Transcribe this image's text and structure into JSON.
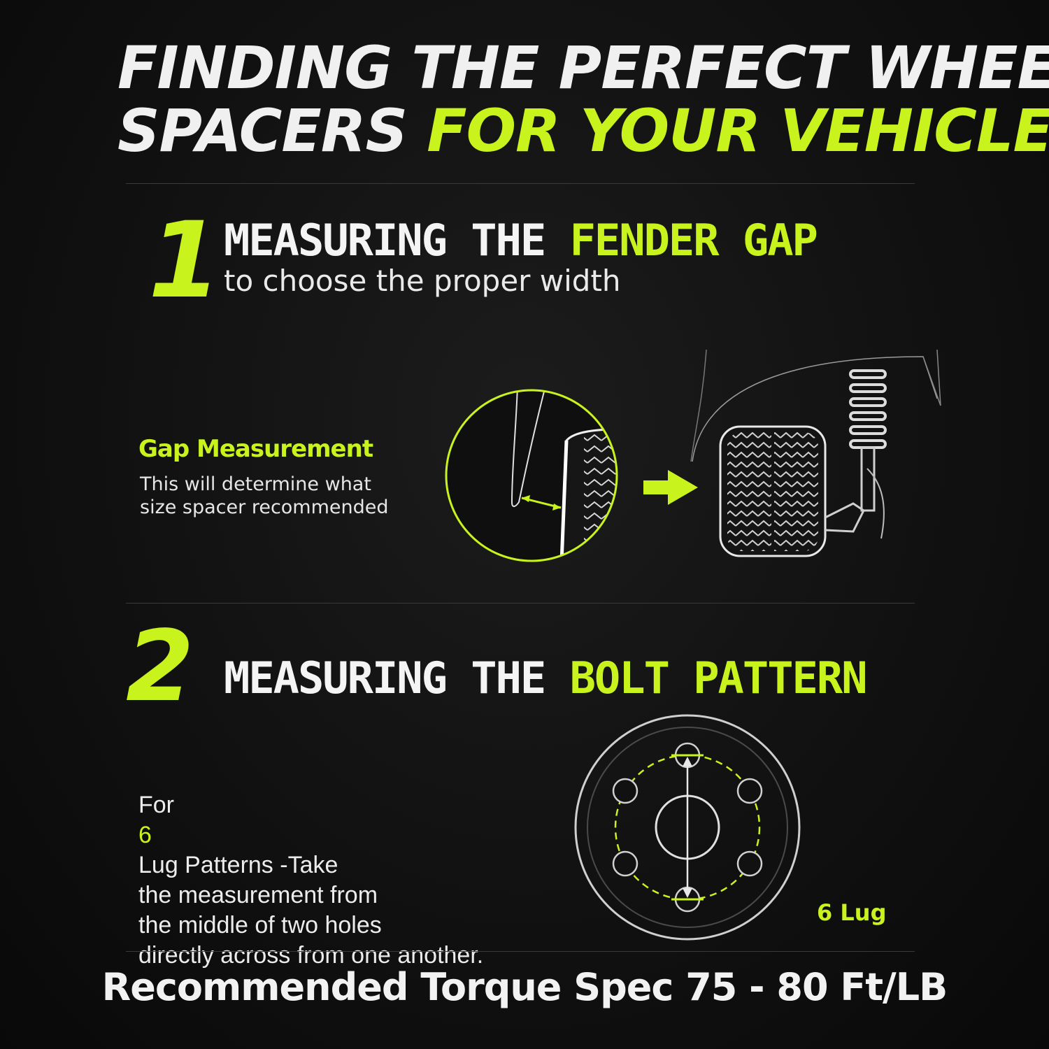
{
  "title": {
    "line1": "FINDING THE PERFECT WHEEL",
    "line2_white": "SPACERS",
    "line2_accent": "FOR YOUR VEHICLE"
  },
  "step1": {
    "number": "1",
    "heading_white": "MEASURING THE",
    "heading_accent": "FENDER GAP",
    "subheading": "to choose the proper width",
    "callout_title": "Gap Measurement",
    "callout_lines": [
      "This will determine what",
      "size spacer recommended"
    ]
  },
  "step2": {
    "number": "2",
    "heading_white": "MEASURING THE",
    "heading_accent": "BOLT PATTERN",
    "desc_line1_prefix": "For",
    "desc_line1_accent": "6",
    "desc_line1_suffix": "Lug Patterns -Take",
    "desc_lines": [
      "the measurement from",
      "the middle of two holes",
      "directly across from one another."
    ],
    "lug_label": "6 Lug"
  },
  "footer": {
    "torque": "Recommended Torque Spec 75 - 80 Ft/LB"
  },
  "colors": {
    "accent": "#c9f31d",
    "text": "#f2f2f2",
    "background": "#0d0d0d"
  }
}
